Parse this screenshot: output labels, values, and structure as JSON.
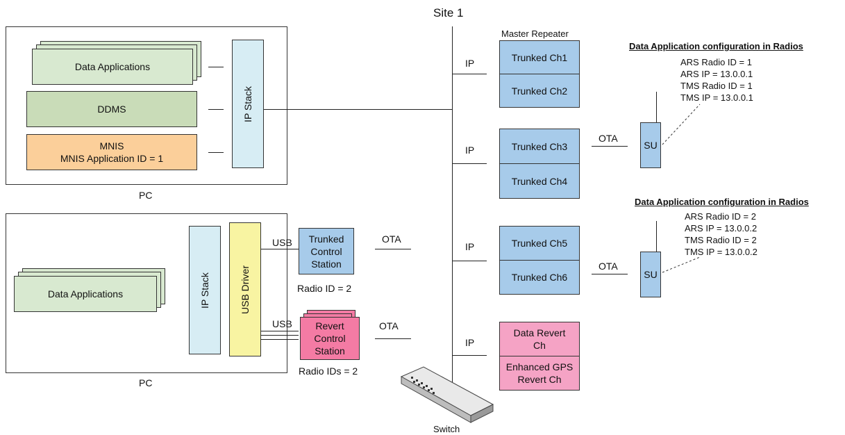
{
  "site_title": "Site 1",
  "master_repeater": "Master Repeater",
  "pc_label": "PC",
  "pc1": {
    "data_applications": "Data Applications",
    "ddms": "DDMS",
    "mnis": "MNIS\nMNIS Application ID = 1",
    "ip_stack": "IP Stack"
  },
  "pc2": {
    "data_applications": "Data Applications",
    "ip_stack": "IP Stack",
    "usb_driver": "USB Driver"
  },
  "stations": {
    "trunked_control": "Trunked\nControl\nStation",
    "trunked_radio_id": "Radio ID = 2",
    "revert_control": "Revert\nControl\nStation",
    "revert_radio_ids": "Radio IDs = 2"
  },
  "links": {
    "usb": "USB",
    "ota": "OTA",
    "ip": "IP"
  },
  "channels": {
    "ch1": "Trunked Ch1",
    "ch2": "Trunked Ch2",
    "ch3": "Trunked Ch3",
    "ch4": "Trunked Ch4",
    "ch5": "Trunked Ch5",
    "ch6": "Trunked Ch6",
    "data_revert": "Data Revert\nCh",
    "gps_revert": "Enhanced GPS\nRevert Ch"
  },
  "su_label": "SU",
  "switch_label": "Switch",
  "config1": {
    "title": "Data Application configuration in Radios",
    "lines": [
      "ARS Radio ID = 1",
      "ARS IP = 13.0.0.1",
      "TMS Radio ID = 1",
      "TMS IP = 13.0.0.1"
    ]
  },
  "config2": {
    "title": "Data Application configuration in Radios",
    "lines": [
      "ARS Radio ID = 2",
      "ARS IP = 13.0.0.2",
      "TMS Radio ID = 2",
      "TMS IP = 13.0.0.2"
    ]
  },
  "colors": {
    "app_green": "#d8e9d0",
    "ddms_green": "#c9dcb8",
    "mnis_orange": "#fbcf9a",
    "ip_stack_blue": "#d7edf4",
    "channel_blue": "#a7cbea",
    "usb_yellow": "#f8f4a2",
    "revert_pink": "#f47ba4",
    "revert_channel_pink": "#f5a3c5"
  }
}
